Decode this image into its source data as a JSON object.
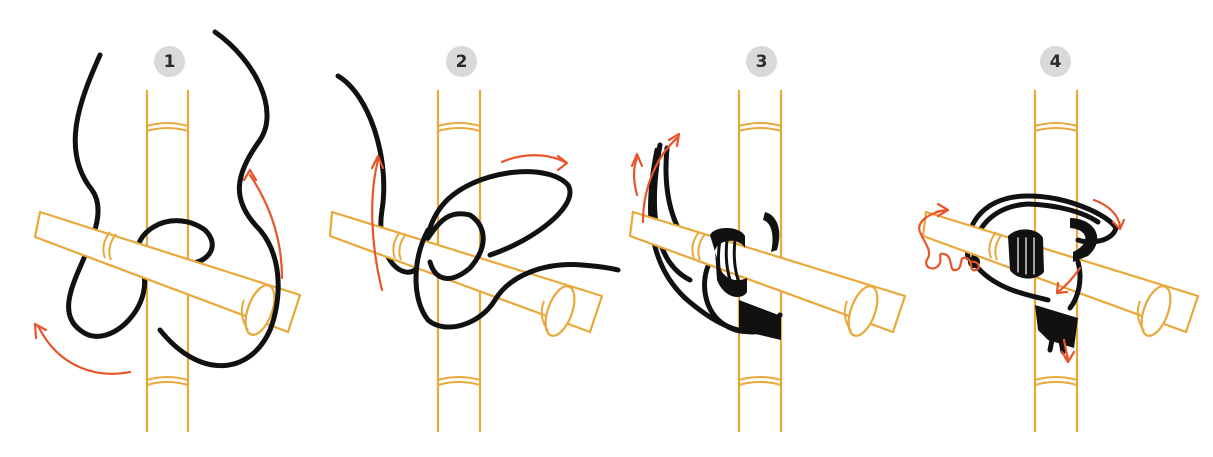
{
  "steps": [
    {
      "number": "1"
    },
    {
      "number": "2"
    },
    {
      "number": "3"
    },
    {
      "number": "4"
    }
  ],
  "colors": {
    "bamboo": "#e8a93a",
    "rope": "#111111",
    "arrow": "#e8552a",
    "badge": "#d9d9d9"
  },
  "icons": [
    "vertical-bamboo-pole",
    "horizontal-bamboo-pole",
    "black-rope",
    "red-direction-arrow"
  ]
}
